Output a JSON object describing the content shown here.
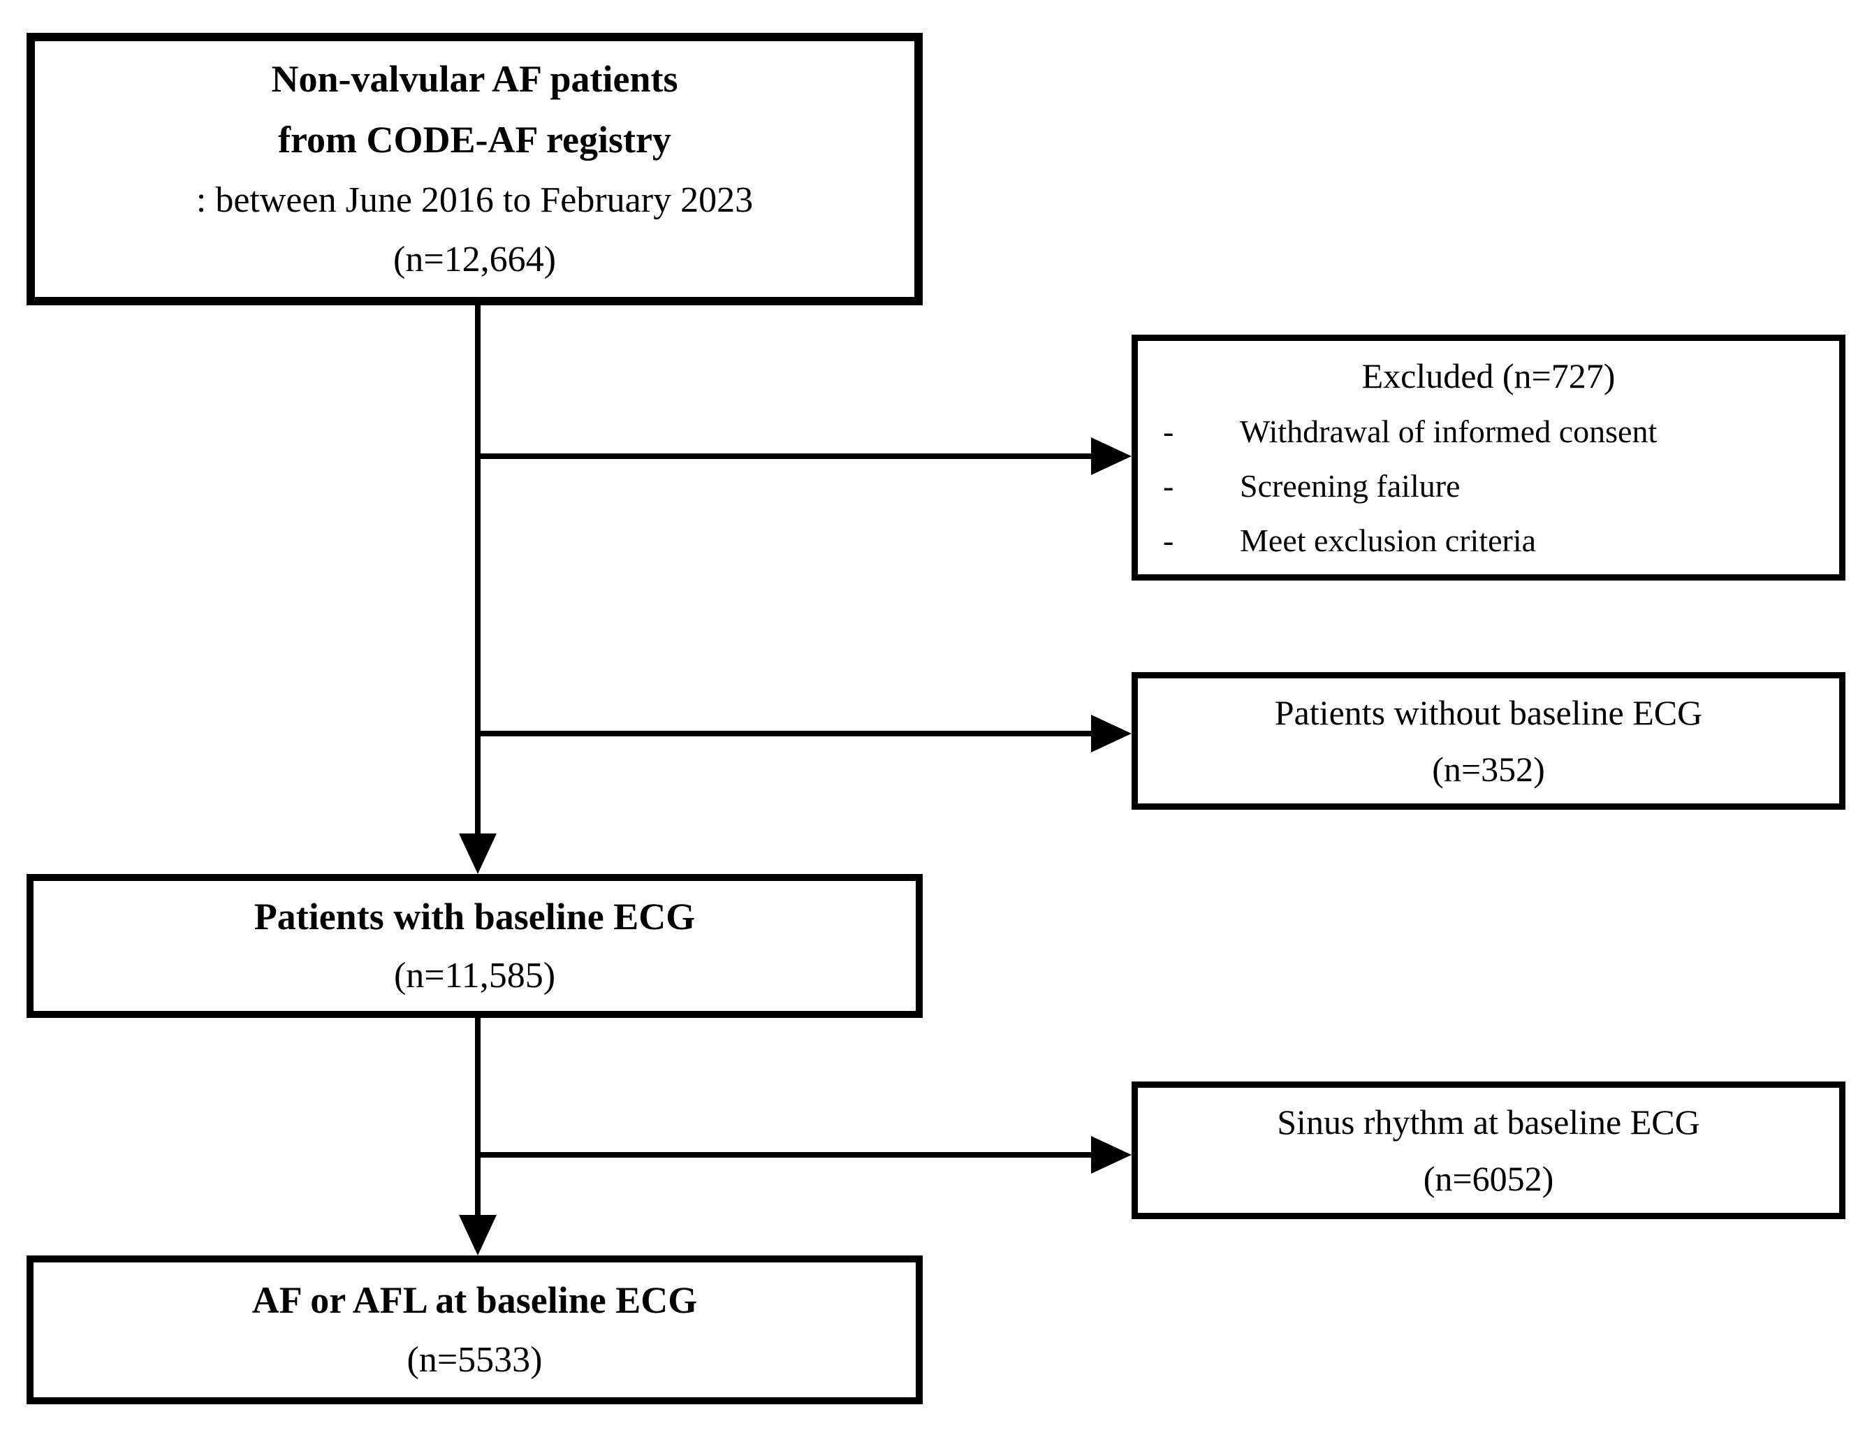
{
  "diagram": {
    "type": "flowchart",
    "colors": {
      "line": "#000000",
      "text": "#000000",
      "background": "#ffffff"
    },
    "boxes": {
      "registry": {
        "line1": "Non-valvular AF patients",
        "line2": "from CODE-AF registry",
        "line3": ": between June 2016 to February 2023",
        "line4": "(n=12,664)"
      },
      "excluded": {
        "title": "Excluded (n=727)",
        "bullet": "-",
        "items": [
          "Withdrawal of informed consent",
          "Screening failure",
          "Meet exclusion criteria"
        ]
      },
      "no_baseline_ecg": {
        "line1": "Patients without baseline ECG",
        "line2": "(n=352)"
      },
      "with_baseline_ecg": {
        "line1": "Patients with baseline ECG",
        "line2": "(n=11,585)"
      },
      "sinus_rhythm": {
        "line1": "Sinus rhythm at baseline ECG",
        "line2": "(n=6052)"
      },
      "af_afl": {
        "line1": "AF or AFL at baseline ECG",
        "line2": "(n=5533)"
      }
    }
  }
}
